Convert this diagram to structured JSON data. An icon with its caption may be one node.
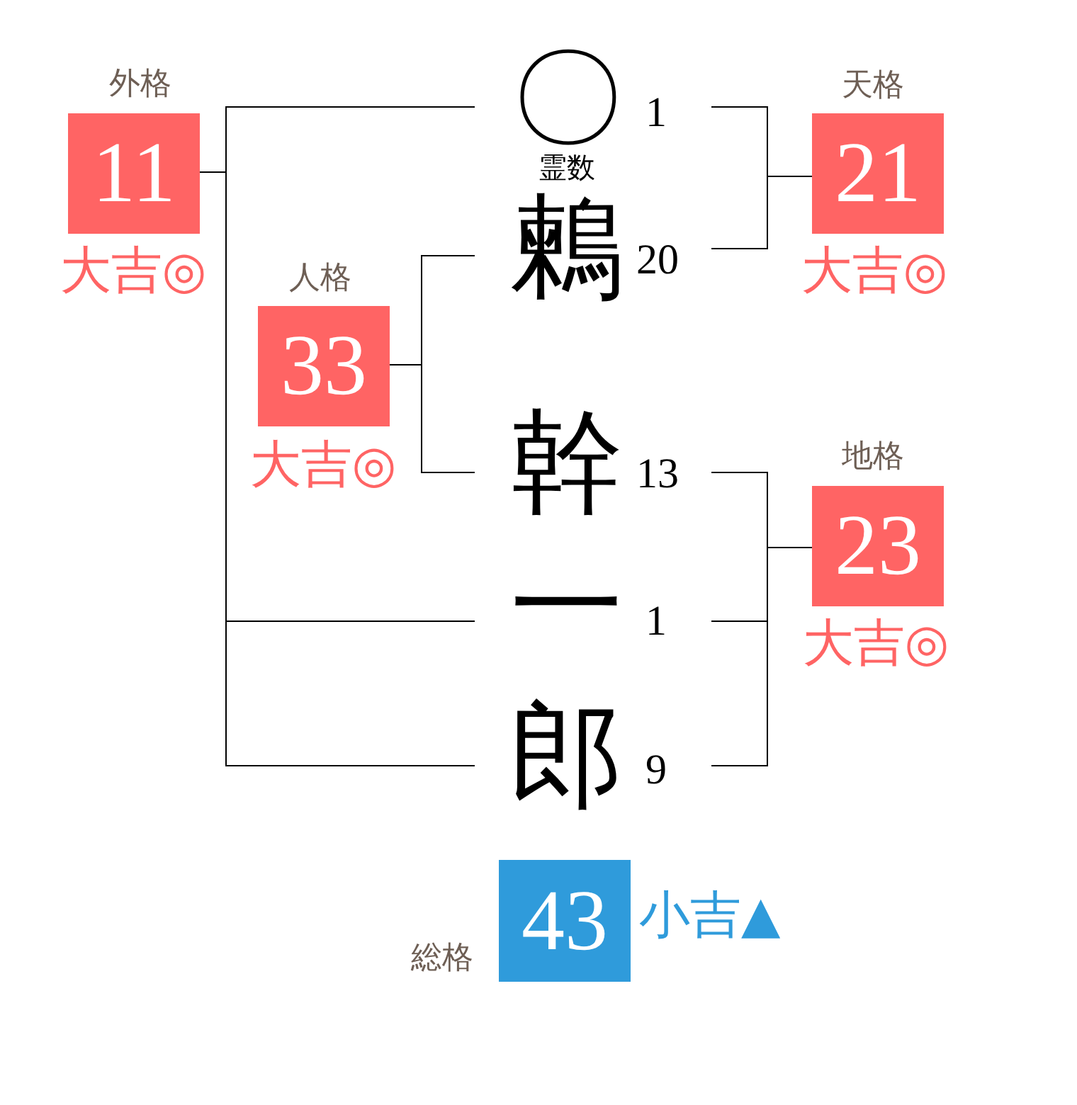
{
  "diagram": {
    "nodes": [
      {
        "text": [
          "外格",
          "11"
        ],
        "beside": [
          "大吉◎"
        ]
      },
      {
        "text": [
          "〇",
          "霊数"
        ],
        "beside": [
          "1"
        ]
      },
      {
        "text": [
          "天格",
          "21"
        ],
        "beside": [
          "大吉◎"
        ]
      },
      {
        "text": [
          "鶫"
        ],
        "beside": [
          "20"
        ]
      },
      {
        "text": [
          "人格",
          "33"
        ],
        "beside": [
          "大吉◎"
        ]
      },
      {
        "text": [
          "幹"
        ],
        "beside": [
          "13"
        ]
      },
      {
        "text": [
          "地格",
          "23"
        ],
        "beside": [
          "大吉◎"
        ]
      },
      {
        "text": [
          "一"
        ],
        "beside": [
          "1"
        ]
      },
      {
        "text": [
          "郎"
        ],
        "beside": [
          "9"
        ]
      },
      {
        "text": [
          "総格",
          "43"
        ],
        "beside": [
          "小吉▲"
        ]
      }
    ],
    "edges": [
      {
        "from": 1,
        "to": 0,
        "arrow": "none"
      },
      {
        "from": 7,
        "to": 0,
        "arrow": "none"
      },
      {
        "from": 8,
        "to": 0,
        "arrow": "none"
      },
      {
        "from": 3,
        "to": 4,
        "arrow": "none"
      },
      {
        "from": 5,
        "to": 4,
        "arrow": "none"
      },
      {
        "from": 1,
        "to": 2,
        "arrow": "none"
      },
      {
        "from": 3,
        "to": 2,
        "arrow": "none"
      },
      {
        "from": 5,
        "to": 6,
        "arrow": "none"
      },
      {
        "from": 7,
        "to": 6,
        "arrow": "none"
      },
      {
        "from": 8,
        "to": 6,
        "arrow": "none"
      }
    ]
  }
}
